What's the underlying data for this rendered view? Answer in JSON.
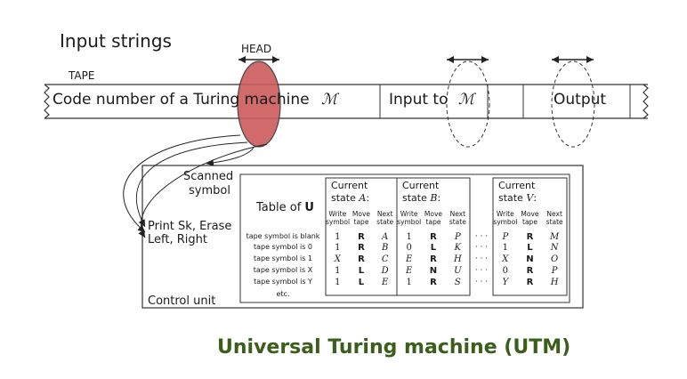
{
  "heading": "Input strings",
  "labels": {
    "head": "HEAD",
    "tape": "TAPE",
    "scanned_line1": "Scanned",
    "scanned_line2": "symbol",
    "print_line1": "Print Sk, Erase",
    "print_line2": "Left, Right",
    "control_unit": "Control unit"
  },
  "tape_segments": {
    "code": "Code number of a Turing machine",
    "code_m": "ℳ",
    "input": "Input to",
    "input_m": "ℳ",
    "output": "Output"
  },
  "table": {
    "title_prefix": "Table of ",
    "title_bold": "U",
    "state_blocks": [
      {
        "line1": "Current",
        "line2_prefix": "state ",
        "line2_var": "A",
        "line2_suffix": ":",
        "rows": [
          [
            "1",
            "R",
            "A"
          ],
          [
            "1",
            "R",
            "B"
          ],
          [
            "X",
            "R",
            "C"
          ],
          [
            "1",
            "L",
            "D"
          ],
          [
            "1",
            "L",
            "E"
          ]
        ]
      },
      {
        "line1": "Current",
        "line2_prefix": "state ",
        "line2_var": "B",
        "line2_suffix": ":",
        "rows": [
          [
            "1",
            "R",
            "P"
          ],
          [
            "0",
            "L",
            "K"
          ],
          [
            "E",
            "R",
            "H"
          ],
          [
            "E",
            "N",
            "U"
          ],
          [
            "1",
            "R",
            "S"
          ]
        ]
      },
      {
        "line1": "Current",
        "line2_prefix": "state ",
        "line2_var": "V",
        "line2_suffix": ":",
        "rows": [
          [
            "P",
            "R",
            "M"
          ],
          [
            "1",
            "L",
            "N"
          ],
          [
            "X",
            "N",
            "O"
          ],
          [
            "0",
            "R",
            "P"
          ],
          [
            "Y",
            "R",
            "H"
          ]
        ]
      }
    ],
    "col_headers": [
      [
        "Write",
        "symbol"
      ],
      [
        "Move",
        "tape"
      ],
      [
        "Next",
        "state"
      ]
    ],
    "row_labels": [
      "tape symbol is blank",
      "tape symbol is 0",
      "tape symbol is 1",
      "tape symbol is X",
      "tape symbol is Y",
      "etc."
    ],
    "ellipsis": "· · ·"
  },
  "caption": "Universal Turing machine (UTM)",
  "colors": {
    "head_fill": "#cd5c5c",
    "caption": "#3b5e1a",
    "line": "#222222"
  }
}
